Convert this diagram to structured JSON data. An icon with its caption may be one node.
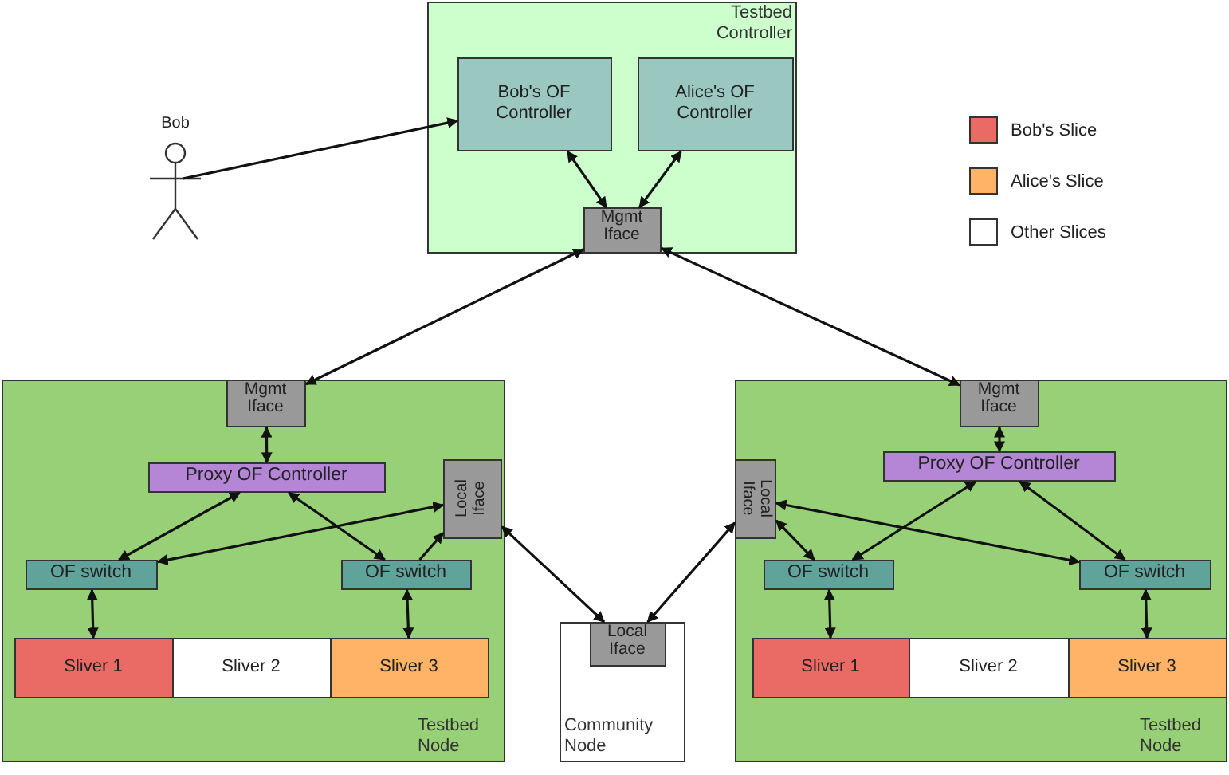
{
  "diagram": {
    "nodes": [
      {
        "text": [
          "Testbed Controller"
        ]
      },
      {
        "text": [
          "Bob's OF Controller"
        ],
        "in": 0
      },
      {
        "text": [
          "Alice's OF Controller"
        ],
        "in": 0
      },
      {
        "text": [
          "Mgmt Iface"
        ],
        "in": 0
      },
      {
        "text": [
          "Bob"
        ]
      },
      {
        "text": [
          "Testbed Node"
        ]
      },
      {
        "text": [
          "Mgmt Iface"
        ],
        "in": 5
      },
      {
        "text": [
          "Proxy OF Controller"
        ],
        "in": 5
      },
      {
        "text": [
          "Local Iface"
        ],
        "in": 5
      },
      {
        "text": [
          "OF switch"
        ],
        "in": 5
      },
      {
        "text": [
          "OF switch"
        ],
        "in": 5
      },
      {
        "text": [
          "Sliver 1"
        ],
        "in": 5
      },
      {
        "text": [
          "Sliver 2"
        ],
        "in": 5
      },
      {
        "text": [
          "Sliver 3"
        ],
        "in": 5
      },
      {
        "text": [
          "Community Node"
        ]
      },
      {
        "text": [
          "Local Iface"
        ],
        "in": 14
      },
      {
        "text": [
          "Testbed Node"
        ]
      },
      {
        "text": [
          "Mgmt Iface"
        ],
        "in": 16
      },
      {
        "text": [
          "Proxy OF Controller"
        ],
        "in": 16
      },
      {
        "text": [
          "Local Iface"
        ],
        "in": 16
      },
      {
        "text": [
          "OF switch"
        ],
        "in": 16
      },
      {
        "text": [
          "OF switch"
        ],
        "in": 16
      },
      {
        "text": [
          "Sliver 1"
        ],
        "in": 16
      },
      {
        "text": [
          "Sliver 2"
        ],
        "in": 16
      },
      {
        "text": [
          "Sliver 3"
        ],
        "in": 16
      }
    ],
    "edges": [
      {
        "from": 4,
        "to": 1,
        "arrow": "to"
      },
      {
        "from": 1,
        "to": 3,
        "arrow": "both"
      },
      {
        "from": 2,
        "to": 3,
        "arrow": "both"
      },
      {
        "from": 3,
        "to": 6,
        "arrow": "both"
      },
      {
        "from": 3,
        "to": 17,
        "arrow": "both"
      },
      {
        "from": 6,
        "to": 7,
        "arrow": "both"
      },
      {
        "from": 7,
        "to": 9,
        "arrow": "both"
      },
      {
        "from": 7,
        "to": 10,
        "arrow": "both"
      },
      {
        "from": 8,
        "to": 9,
        "arrow": "both"
      },
      {
        "from": 10,
        "to": 8,
        "arrow": "to"
      },
      {
        "from": 9,
        "to": 11,
        "arrow": "both"
      },
      {
        "from": 10,
        "to": 13,
        "arrow": "both"
      },
      {
        "from": 8,
        "to": 15,
        "arrow": "both"
      },
      {
        "from": 19,
        "to": 15,
        "arrow": "both"
      },
      {
        "from": 17,
        "to": 18,
        "arrow": "both"
      },
      {
        "from": 18,
        "to": 20,
        "arrow": "both"
      },
      {
        "from": 18,
        "to": 21,
        "arrow": "both"
      },
      {
        "from": 19,
        "to": 20,
        "arrow": "both"
      },
      {
        "from": 19,
        "to": 21,
        "arrow": "both"
      },
      {
        "from": 20,
        "to": 22,
        "arrow": "both"
      },
      {
        "from": 21,
        "to": 24,
        "arrow": "both"
      }
    ],
    "legend": [
      {
        "text": "Bob's Slice",
        "color": "#ea6b66"
      },
      {
        "text": "Alice's Slice",
        "color": "#ffb366"
      },
      {
        "text": "Other Slices",
        "color": "#ffffff"
      }
    ]
  }
}
